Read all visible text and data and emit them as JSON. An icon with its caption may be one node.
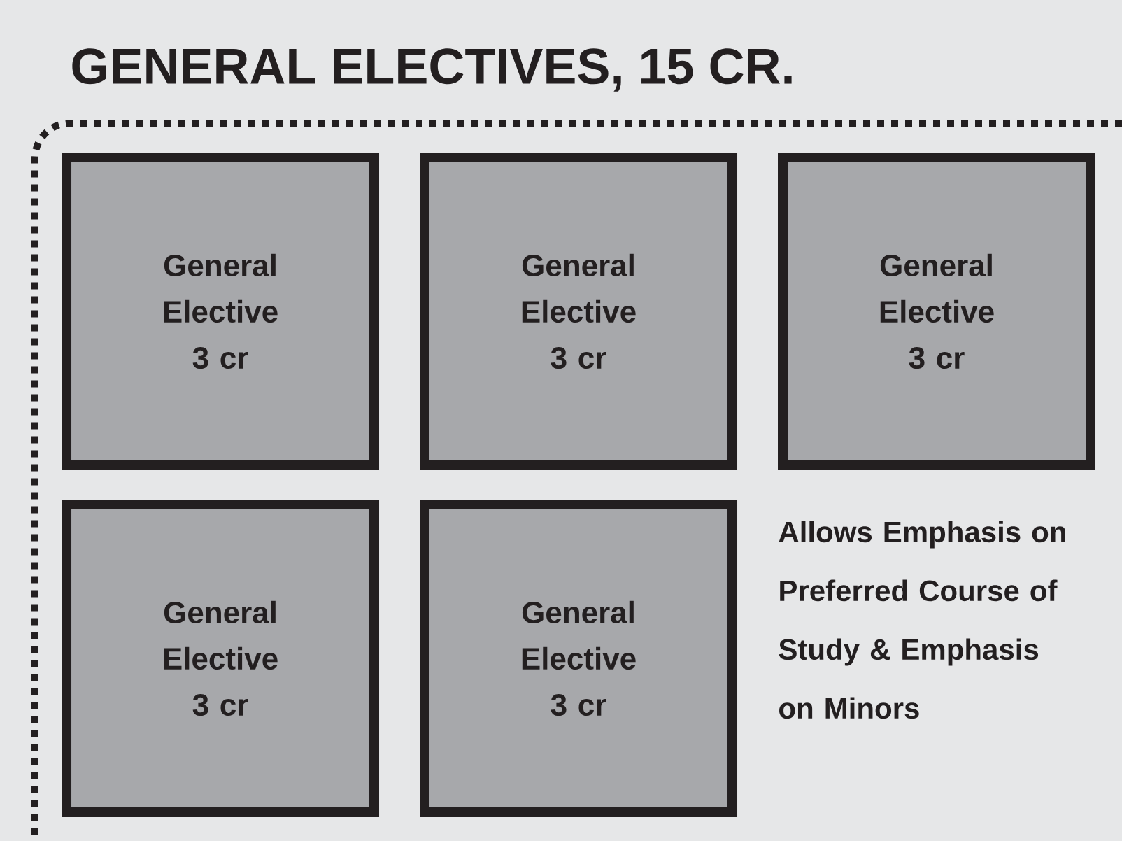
{
  "diagram": {
    "nodes": [
      {
        "text": [
          "GENERAL ELECTIVES, 15 CR."
        ]
      },
      {
        "text": [
          "General Elective 3 cr"
        ],
        "in": 0
      },
      {
        "text": [
          "General Elective 3 cr"
        ],
        "in": 0
      },
      {
        "text": [
          "General Elective 3 cr"
        ],
        "in": 0
      },
      {
        "text": [
          "General Elective 3 cr"
        ],
        "in": 0
      },
      {
        "text": [
          "General Elective 3 cr"
        ],
        "in": 0
      }
    ],
    "labels": [
      "Allows Emphasis on Preferred Course of Study & Emphasis on Minors"
    ]
  }
}
